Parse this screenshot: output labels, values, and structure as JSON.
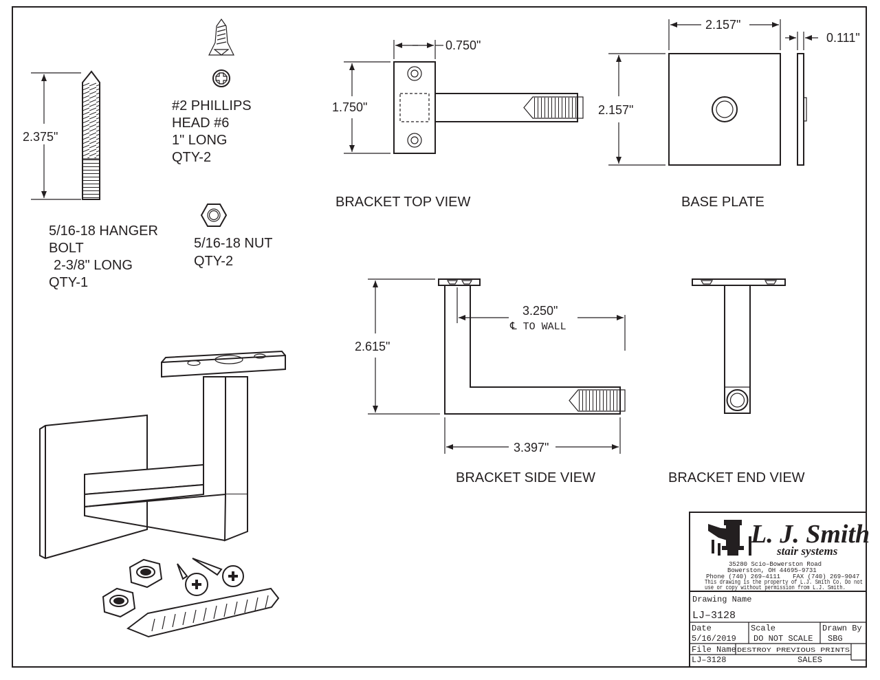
{
  "parts": {
    "hanger_bolt": {
      "dim": "2.375\"",
      "l1": "5/16-18 HANGER",
      "l2": "BOLT",
      "l3": "2-3/8\" LONG",
      "l4": "QTY-1"
    },
    "screw": {
      "l1": "#2 PHILLIPS",
      "l2": "HEAD  #6",
      "l3": "1\" LONG",
      "l4": "QTY-2"
    },
    "nut": {
      "l1": "5/16-18 NUT",
      "l2": "QTY-2"
    }
  },
  "views": {
    "top": {
      "title": "BRACKET TOP VIEW",
      "width": "0.750\"",
      "height": "1.750\""
    },
    "base": {
      "title": "BASE PLATE",
      "width": "2.157\"",
      "height": "2.157\"",
      "thickness": "0.111\""
    },
    "side": {
      "title": "BRACKET SIDE  VIEW",
      "height": "2.615\"",
      "to_wall": "3.250\"",
      "to_wall_note": "℄ TO WALL",
      "length": "3.397\""
    },
    "end": {
      "title": "BRACKET END VIEW"
    }
  },
  "title_block": {
    "company": "L. J. Smith",
    "tagline": "stair systems",
    "address1": "35280 Scio–Bowerston Road",
    "address2": "Bowerston, OH 44695–9731",
    "phone": "Phone (740) 269–4111",
    "fax": "FAX (740) 269–9047",
    "notice1": "This drawing is the property of L.J. Smith Co. Do not",
    "notice2": "use or copy without permission from L.J. Smith.",
    "drawing_name_label": "Drawing Name",
    "drawing_name": "LJ–3128",
    "date_label": "Date",
    "date": "5/16/2019",
    "scale_label": "Scale",
    "scale": "DO NOT SCALE",
    "drawn_by_label": "Drawn By",
    "drawn_by": "SBG",
    "file_name_label": "File Name",
    "file_name": "LJ–3128",
    "note": "DESTROY PREVIOUS PRINTS",
    "dept": "SALES"
  }
}
